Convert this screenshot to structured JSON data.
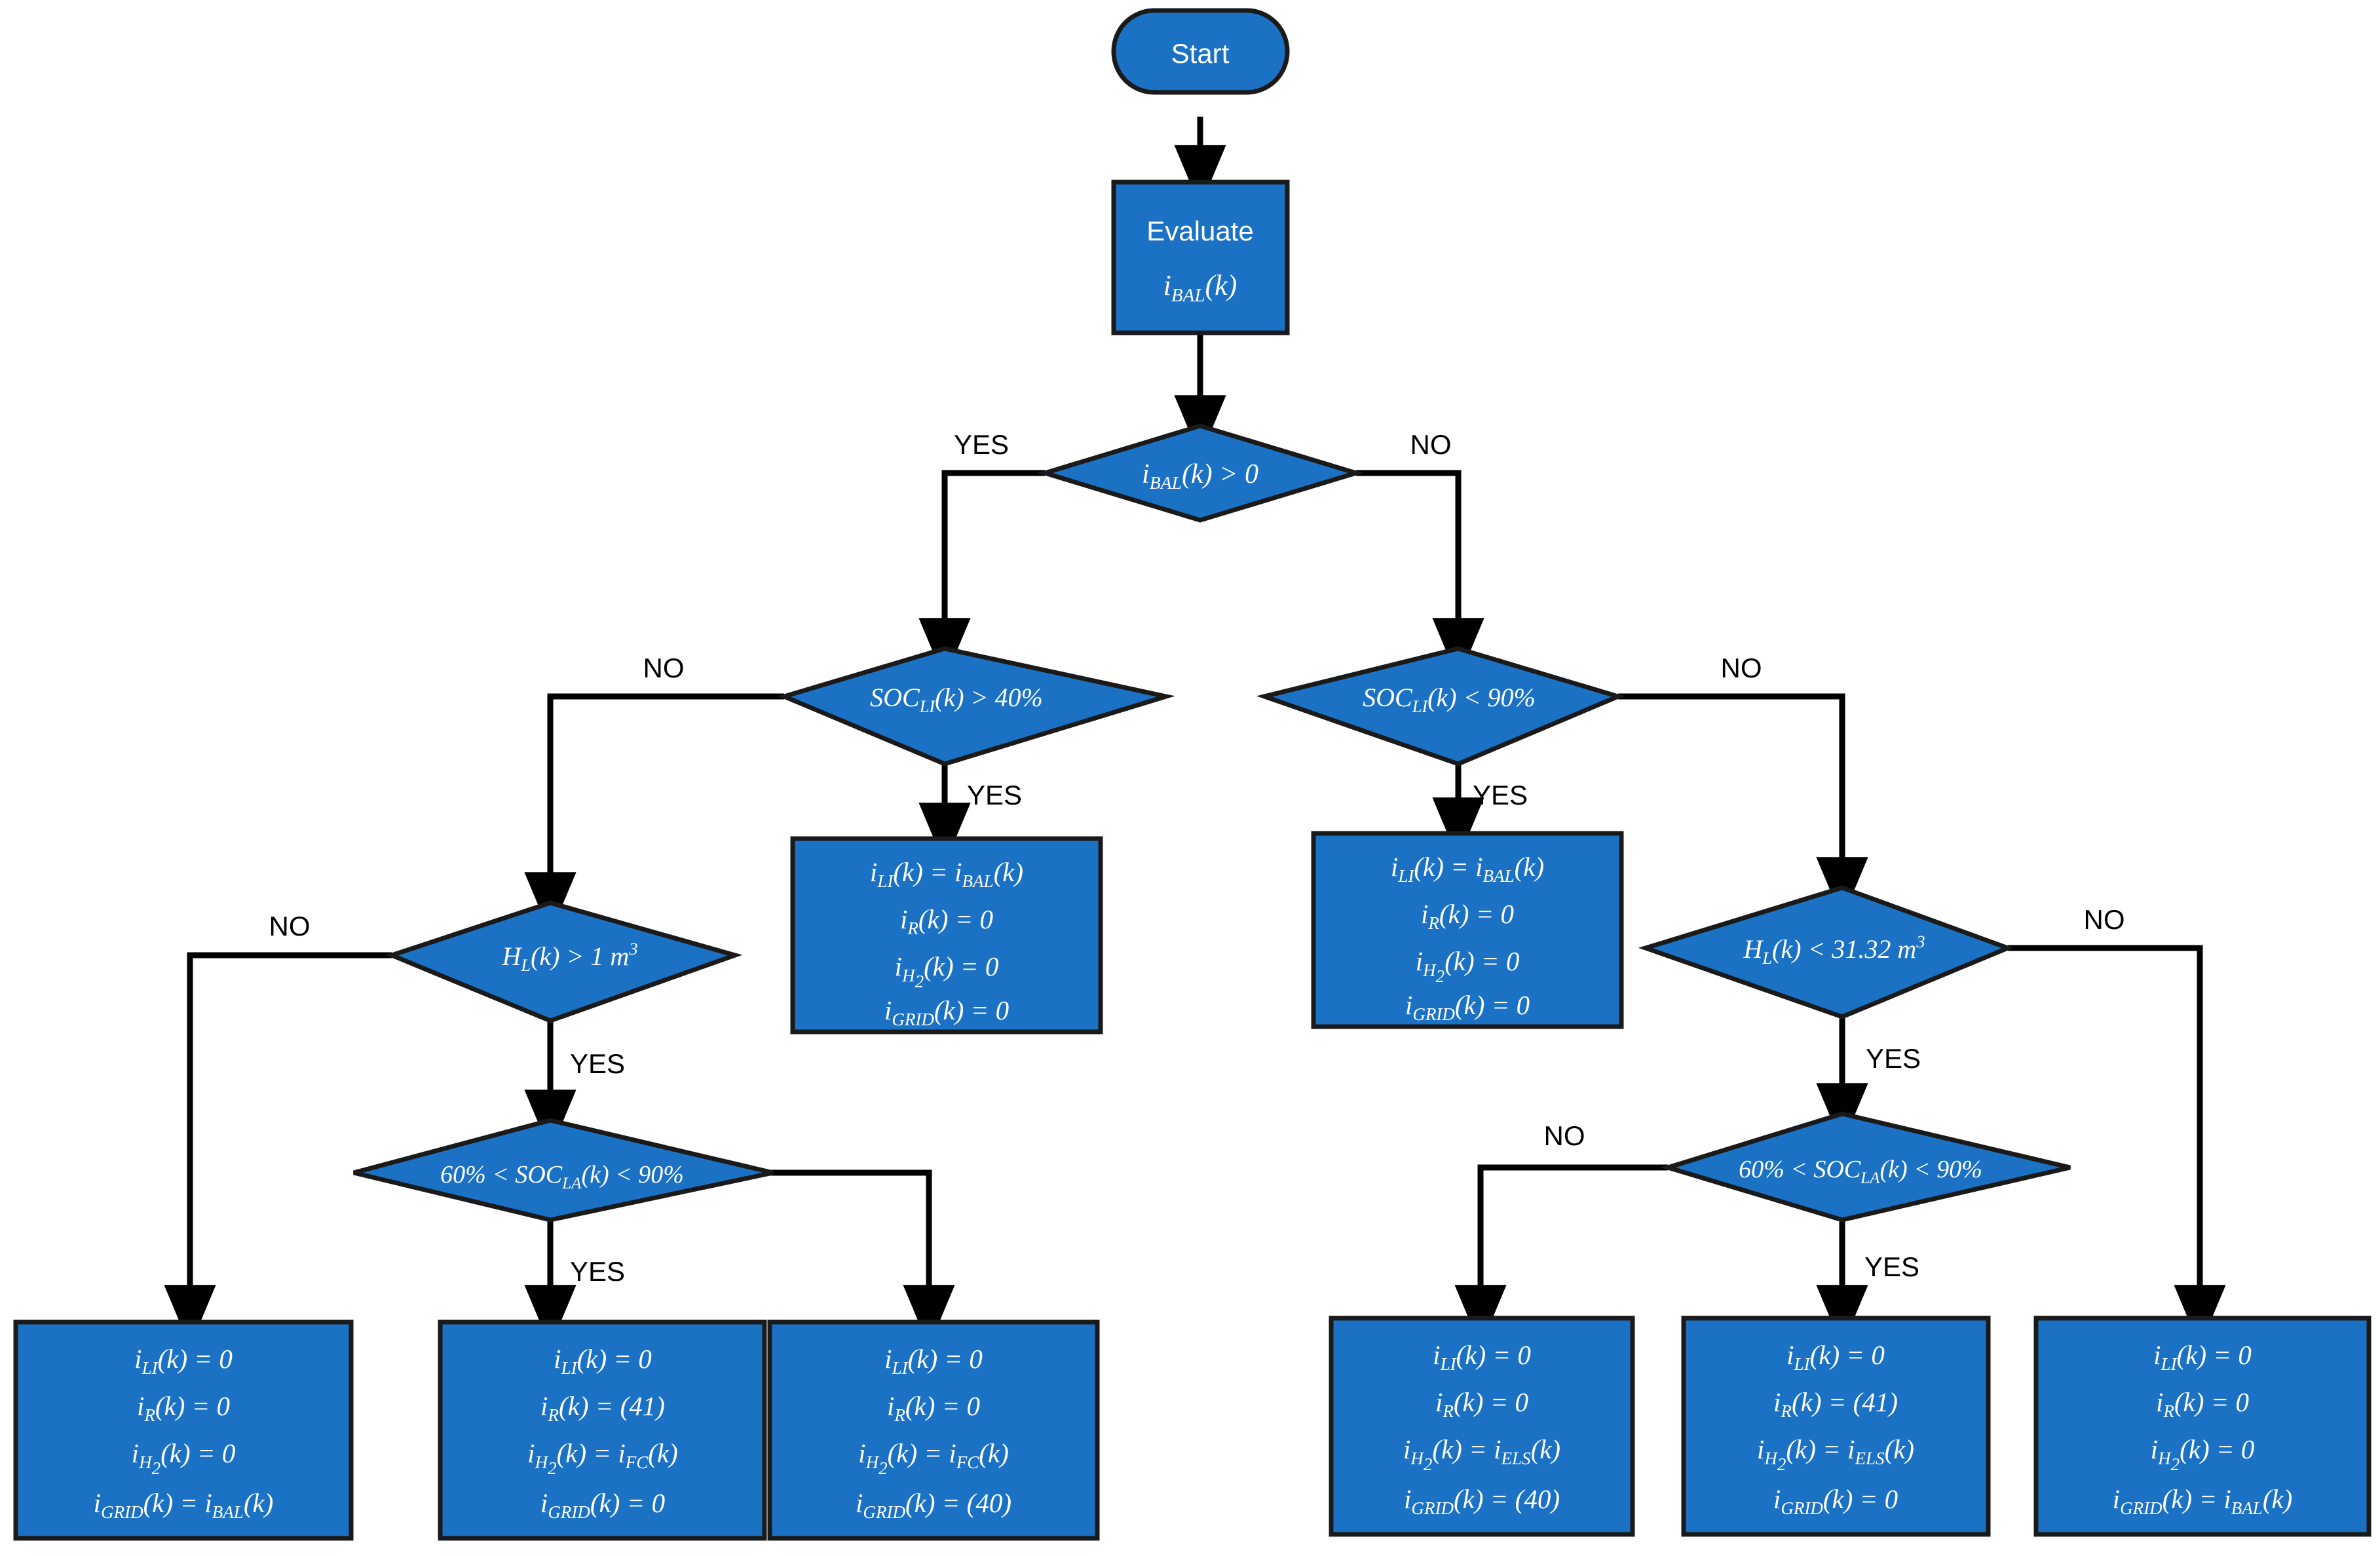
{
  "diagram": {
    "title": "Energy management rule-based flowchart",
    "colors": {
      "node_fill": "#1b72c4",
      "node_stroke": "#1a1a1a",
      "connector": "#000000",
      "node_text": "#ffffff",
      "label_text": "#000000",
      "background": "#ffffff"
    },
    "nodes": {
      "start": {
        "label": "Start",
        "shape": "terminator"
      },
      "evaluate": {
        "line1": "Evaluate",
        "line2_prefix": "i",
        "line2_sub": "BAL",
        "line2_suffix": "(k)",
        "shape": "process"
      },
      "d_bal": {
        "text_prefix": "i",
        "text_sub": "BAL",
        "text_suffix": "(k) > 0",
        "shape": "decision"
      },
      "d_soc_li_gt40": {
        "text_prefix": "SOC",
        "text_sub": "LI",
        "text_suffix": "(k) > 40%",
        "shape": "decision"
      },
      "d_soc_li_lt90": {
        "text_prefix": "SOC",
        "text_sub": "LI",
        "text_suffix": "(k) < 90%",
        "shape": "decision"
      },
      "d_hl_gt1": {
        "text_prefix": "H",
        "text_sub": "L",
        "text_suffix": "(k) > 1 m",
        "sup": "3",
        "shape": "decision"
      },
      "d_hl_lt3132": {
        "text_prefix": "H",
        "text_sub": "L",
        "text_suffix": "(k) < 31.32 m",
        "sup": "3",
        "shape": "decision"
      },
      "d_soc_la_left": {
        "text_pre": "60% < SOC",
        "text_sub": "LA",
        "text_post": "(k) < 90%",
        "shape": "decision"
      },
      "d_soc_la_right": {
        "text_pre": "60% < SOC",
        "text_sub": "LA",
        "text_post": "(k) < 90%",
        "shape": "decision"
      }
    },
    "result_boxes": [
      {
        "id": "box-li-charge-left",
        "lines": [
          {
            "lhs_sym": "i",
            "lhs_sub": "LI",
            "rhs_sym": "i",
            "rhs_sub": "BAL",
            "rhs_tail": "(k)"
          },
          {
            "lhs_sym": "i",
            "lhs_sub": "R",
            "rhs_plain": "0"
          },
          {
            "lhs_sym": "i",
            "lhs_sub": "H2",
            "rhs_plain": "0"
          },
          {
            "lhs_sym": "i",
            "lhs_sub": "GRID",
            "rhs_plain": "0"
          }
        ]
      },
      {
        "id": "box-li-charge-right",
        "lines": [
          {
            "lhs_sym": "i",
            "lhs_sub": "LI",
            "rhs_sym": "i",
            "rhs_sub": "BAL",
            "rhs_tail": "(k)"
          },
          {
            "lhs_sym": "i",
            "lhs_sub": "R",
            "rhs_plain": "0"
          },
          {
            "lhs_sym": "i",
            "lhs_sub": "H2",
            "rhs_plain": "0"
          },
          {
            "lhs_sym": "i",
            "lhs_sub": "GRID",
            "rhs_plain": "0"
          }
        ]
      },
      {
        "id": "box-grid-bal-left",
        "lines": [
          {
            "lhs_sym": "i",
            "lhs_sub": "LI",
            "rhs_plain": "0"
          },
          {
            "lhs_sym": "i",
            "lhs_sub": "R",
            "rhs_plain": "0"
          },
          {
            "lhs_sym": "i",
            "lhs_sub": "H2",
            "rhs_plain": "0"
          },
          {
            "lhs_sym": "i",
            "lhs_sub": "GRID",
            "rhs_sym": "i",
            "rhs_sub": "BAL",
            "rhs_tail": "(k)"
          }
        ]
      },
      {
        "id": "box-fc-41",
        "lines": [
          {
            "lhs_sym": "i",
            "lhs_sub": "LI",
            "rhs_plain": "0"
          },
          {
            "lhs_sym": "i",
            "lhs_sub": "R",
            "rhs_plain": "(41)"
          },
          {
            "lhs_sym": "i",
            "lhs_sub": "H2",
            "rhs_sym": "i",
            "rhs_sub": "FC",
            "rhs_tail": "(k)"
          },
          {
            "lhs_sym": "i",
            "lhs_sub": "GRID",
            "rhs_plain": "0"
          }
        ]
      },
      {
        "id": "box-fc-grid40",
        "lines": [
          {
            "lhs_sym": "i",
            "lhs_sub": "LI",
            "rhs_plain": "0"
          },
          {
            "lhs_sym": "i",
            "lhs_sub": "R",
            "rhs_plain": "0"
          },
          {
            "lhs_sym": "i",
            "lhs_sub": "H2",
            "rhs_sym": "i",
            "rhs_sub": "FC",
            "rhs_tail": "(k)"
          },
          {
            "lhs_sym": "i",
            "lhs_sub": "GRID",
            "rhs_plain": "(40)"
          }
        ]
      },
      {
        "id": "box-els-grid40",
        "lines": [
          {
            "lhs_sym": "i",
            "lhs_sub": "LI",
            "rhs_plain": "0"
          },
          {
            "lhs_sym": "i",
            "lhs_sub": "R",
            "rhs_plain": "0"
          },
          {
            "lhs_sym": "i",
            "lhs_sub": "H2",
            "rhs_sym": "i",
            "rhs_sub": "ELS",
            "rhs_tail": "(k)"
          },
          {
            "lhs_sym": "i",
            "lhs_sub": "GRID",
            "rhs_plain": "(40)"
          }
        ]
      },
      {
        "id": "box-els-41",
        "lines": [
          {
            "lhs_sym": "i",
            "lhs_sub": "LI",
            "rhs_plain": "0"
          },
          {
            "lhs_sym": "i",
            "lhs_sub": "R",
            "rhs_plain": "(41)"
          },
          {
            "lhs_sym": "i",
            "lhs_sub": "H2",
            "rhs_sym": "i",
            "rhs_sub": "ELS",
            "rhs_tail": "(k)"
          },
          {
            "lhs_sym": "i",
            "lhs_sub": "GRID",
            "rhs_plain": "0"
          }
        ]
      },
      {
        "id": "box-grid-bal-right",
        "lines": [
          {
            "lhs_sym": "i",
            "lhs_sub": "LI",
            "rhs_plain": "0"
          },
          {
            "lhs_sym": "i",
            "lhs_sub": "R",
            "rhs_plain": "0"
          },
          {
            "lhs_sym": "i",
            "lhs_sub": "H2",
            "rhs_plain": "0"
          },
          {
            "lhs_sym": "i",
            "lhs_sub": "GRID",
            "rhs_sym": "i",
            "rhs_sub": "BAL",
            "rhs_tail": "(k)"
          }
        ]
      }
    ],
    "edge_labels": {
      "bal_yes": "YES",
      "bal_no": "NO",
      "soc_li_gt40_no": "NO",
      "soc_li_gt40_yes": "YES",
      "soc_li_lt90_no": "NO",
      "soc_li_lt90_yes": "YES",
      "hl_gt1_no": "NO",
      "hl_gt1_yes": "YES",
      "hl_lt3132_no": "NO",
      "hl_lt3132_yes": "YES",
      "soc_la_left_yes": "YES",
      "soc_la_right_no": "NO",
      "soc_la_right_yes": "YES"
    },
    "glyphs": {
      "equals": "=",
      "gt": ">",
      "lt": "<",
      "percent": "%",
      "open_paren": "(",
      "close_paren": ")",
      "k": "k"
    }
  }
}
